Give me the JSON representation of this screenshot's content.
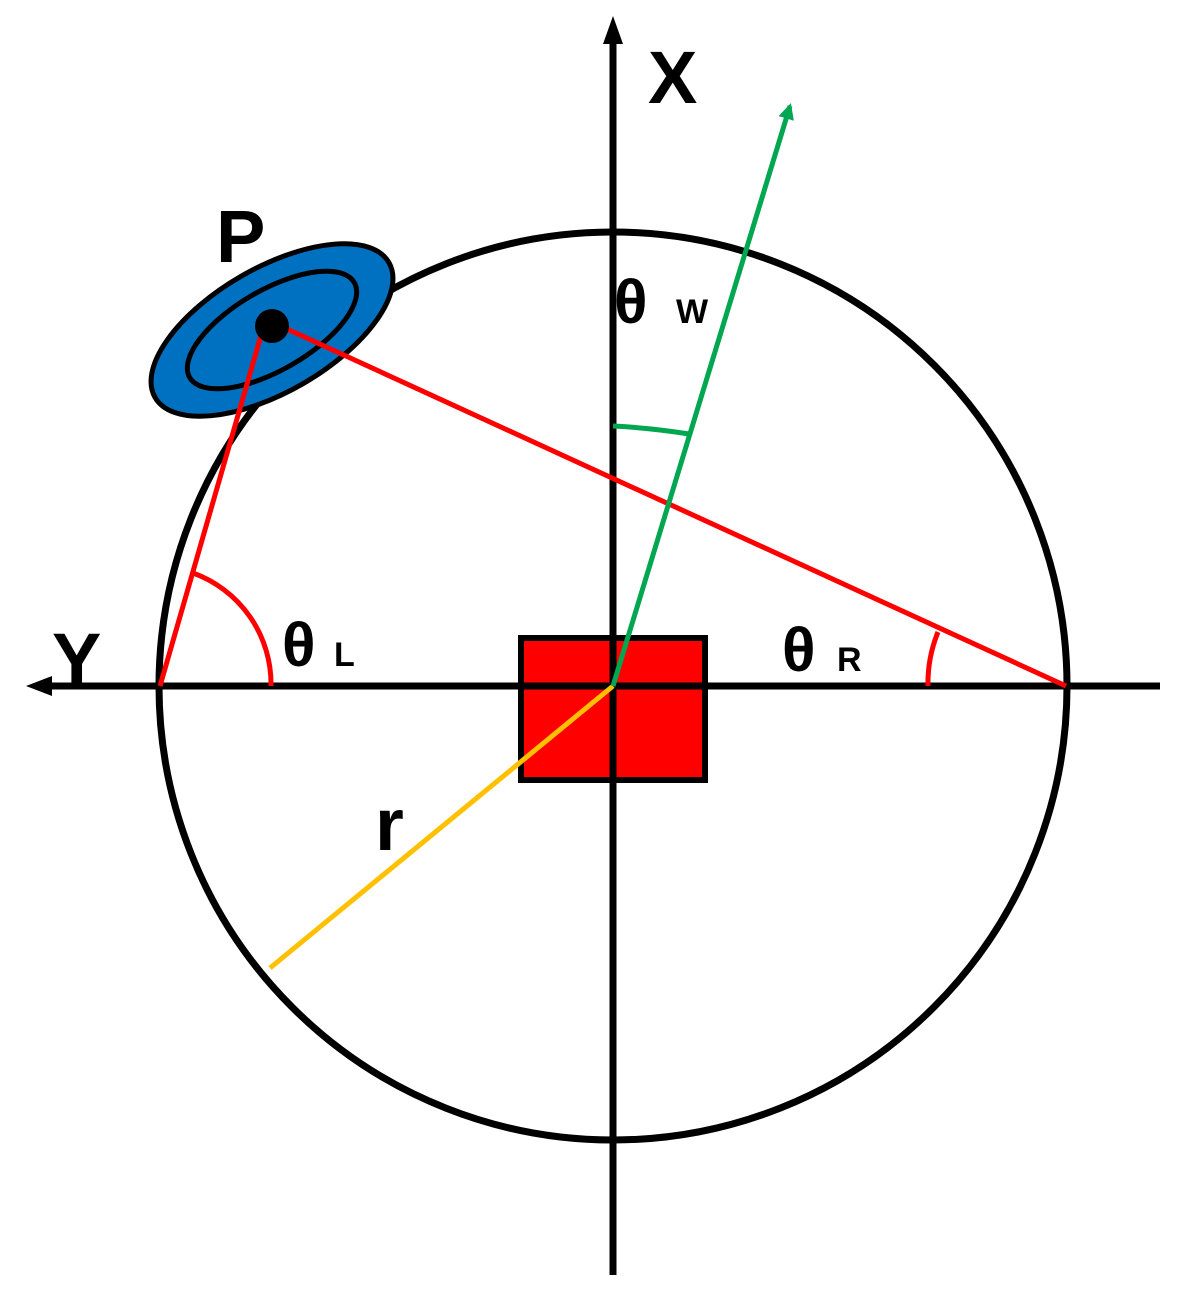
{
  "labels": {
    "x_axis": "X",
    "y_axis": "Y",
    "point": "P",
    "radius": "r",
    "theta": "θ",
    "theta_w_sub": "W",
    "theta_l_sub": "L",
    "theta_r_sub": "R"
  },
  "colors": {
    "axis": "#000000",
    "circle": "#000000",
    "robot_body": "#ff0000",
    "sight_lines": "#ff0000",
    "heading_vector": "#00a650",
    "radius_line": "#ffc000",
    "landmark_fill": "#0070c0",
    "point_dot": "#000000"
  }
}
